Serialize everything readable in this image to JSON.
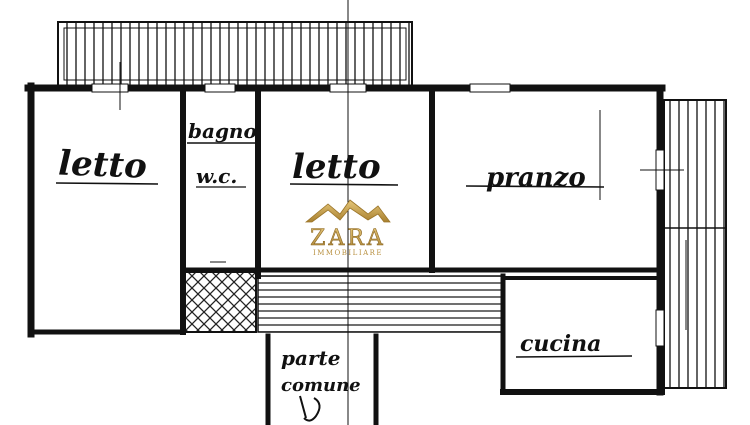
{
  "plan": {
    "rooms": [
      {
        "id": "letto-1",
        "label": "letto"
      },
      {
        "id": "bagno",
        "label": "bagno"
      },
      {
        "id": "wc",
        "label": "w.c."
      },
      {
        "id": "letto-2",
        "label": "letto"
      },
      {
        "id": "pranzo",
        "label": "pranzo"
      },
      {
        "id": "cucina",
        "label": "cucina"
      },
      {
        "id": "parte",
        "label": "parte"
      },
      {
        "id": "comune",
        "label": "comune"
      }
    ]
  },
  "watermark": {
    "brand": "ZARA",
    "tagline": "IMMOBILIARE",
    "color": "#c9a24b"
  },
  "colors": {
    "wall": "#111111",
    "hatch": "#222222",
    "background": "#ffffff"
  }
}
